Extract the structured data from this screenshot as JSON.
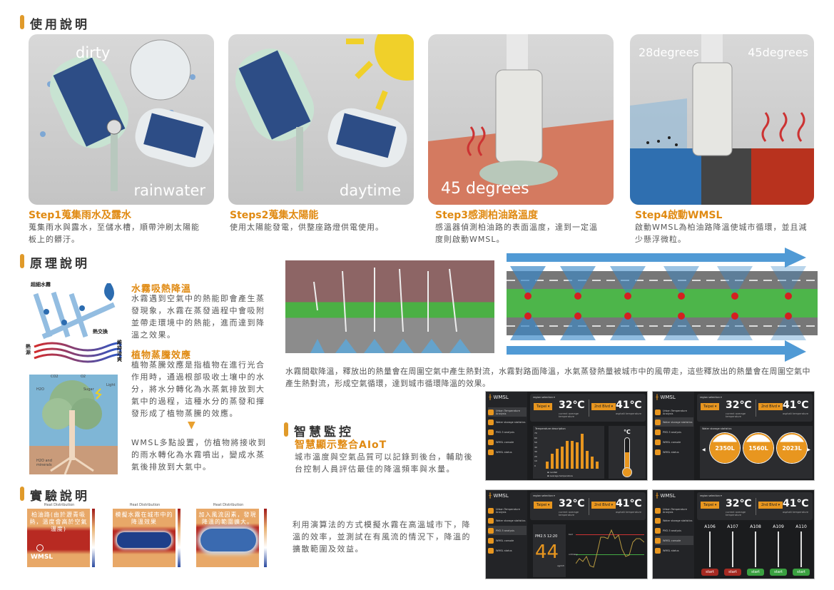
{
  "usage": {
    "heading": "使用說明",
    "steps": [
      {
        "title": "Step1蒐集雨水及露水",
        "desc": "蒐集雨水與露水，至儲水槽，順帶沖刷太陽能板上的髒汙。",
        "labels": [
          "dirty",
          "rainwater"
        ]
      },
      {
        "title": "Steps2蒐集太陽能",
        "desc": "使用太陽能發電，供整座路燈供電使用。",
        "labels": [
          "daytime"
        ]
      },
      {
        "title": "Step3感測柏油路溫度",
        "desc": "感溫器偵測柏油路的表面溫度，達到一定溫度則啟動WMSL。",
        "labels": [
          "45 degrees"
        ]
      },
      {
        "title": "Step4啟動WMSL",
        "desc": "啟動WMSL為柏油路降溫使城市循環，並且減少懸浮微粒。",
        "labels": [
          "28degrees",
          "45degrees"
        ]
      }
    ]
  },
  "principle": {
    "heading": "原理說明",
    "diagram_labels": {
      "mist": "超細水霧",
      "exchange": "熱交換",
      "heat_source": "熱源",
      "keep_cool": "維持涼爽",
      "co2": "CO2",
      "o2": "O2",
      "h2o": "H2O",
      "light": "Light",
      "sugar": "Sugar",
      "minerals": "H2O and minerals"
    },
    "mist_title": "水霧吸熱降溫",
    "mist_text": "水霧遇到空氣中的熱能即會產生蒸發現象，水霧在蒸發過程中會吸附並帶走環境中的熱能，進而達到降溫之效果。",
    "plant_title": "植物蒸騰效應",
    "plant_text": "植物蒸騰效應是指植物在進行光合作用時，通過根部吸收土壤中的水分，將水分轉化為水蒸氣排放到大氣中的過程，這種水分的蒸發和揮發形成了植物蒸騰的效應。",
    "wmsl_text": "WMSL多點設置，仿植物將接收到的雨水轉化為水霧噴出，變成水蒸氣後排放到大氣中。",
    "convection_text": "水霧間歇降溫，釋放出的熱量會在周圍空氣中產生熱對流，水霧對路面降溫，水氣蒸發熱量被城市中的風帶走，這些釋放出的熱量會在周圍空氣中產生熱對流，形成空氣循環，達到城市循環降溫的效果。"
  },
  "monitor": {
    "heading": "智慧監控",
    "subtitle": "智慧顯示整合AIoT",
    "text": "城市溫度與空氣品質可以記錄到後台，輔助後台控制人員評估最佳的降溫頻率與水量。",
    "sim_text": "利用演算法的方式模擬水霧在高溫城市下，降溫的效率，並測試在有風流的情況下，降溫的擴散範圍及效益。"
  },
  "dashboard": {
    "app_name": "WMSL",
    "nav": [
      "Urban Temperature Analysis",
      "Water storage statistics",
      "PM2.5 analysis",
      "WMSL console",
      "WMSL status"
    ],
    "region_label": "region selection ▾",
    "city": "Taipei ▾",
    "avg_temp": "32℃",
    "avg_caption": "current average temperature",
    "road": "2nd Blvd ▾",
    "asphalt_temp": "41℃",
    "asphalt_caption": "asphalt temperature",
    "temp_chart": {
      "title": "Temperature description",
      "legend": [
        "rainfall",
        "average temperature"
      ],
      "ticks": [
        "70",
        "60",
        "50",
        "40",
        "30",
        "20",
        "10",
        "0"
      ],
      "unit": "℃"
    },
    "water": {
      "title": "Water storage statistics",
      "tanks": [
        "2350L",
        "1560L",
        "2023L"
      ]
    },
    "pm": {
      "title": "PM2.5 12:20",
      "value": "44",
      "unit": "ug/m3",
      "bad": "bad",
      "ordinary": "ordinary"
    },
    "console": {
      "units": [
        "A106",
        "A107",
        "A108",
        "A109",
        "A110"
      ],
      "button": "start",
      "states": [
        "#a52a22",
        "#a52a22",
        "#3aa040",
        "#3aa040",
        "#3aa040"
      ]
    }
  },
  "experiment": {
    "heading": "實驗說明",
    "plot_title": "Heat Distribution",
    "captions": [
      "柏油路(由於瀝青吸熱，溫度會高於空氣溫度)",
      "模擬水霧在城市中的降溫效果",
      "加入風流因素，發現降溫的範圍擴大。"
    ],
    "wmsl_label": "WMSL"
  },
  "colors": {
    "accent": "#e08a12",
    "dash_bg": "#1b1c1e"
  }
}
